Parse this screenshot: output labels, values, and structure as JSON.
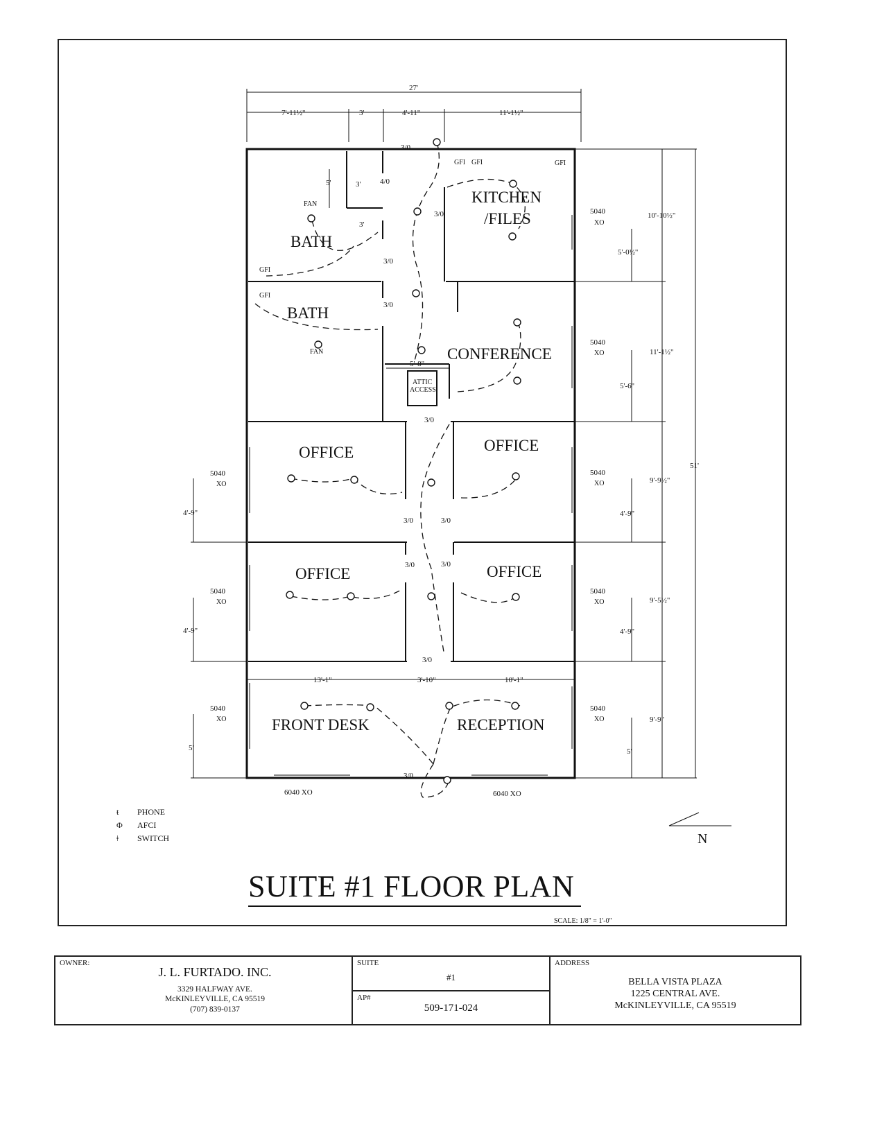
{
  "rooms": {
    "bath_upper": "BATH",
    "bath_lower": "BATH",
    "kitchen_line1": "KITCHEN",
    "kitchen_line2": "/FILES",
    "conference": "CONFERENCE",
    "office_left_upper": "OFFICE",
    "office_right_upper": "OFFICE",
    "office_left_lower": "OFFICE",
    "office_right_lower": "OFFICE",
    "front_desk": "FRONT DESK",
    "reception": "RECEPTION",
    "attic_line1": "ATTIC",
    "attic_line2": "ACCESS"
  },
  "dimensions": {
    "overall_width": "27'",
    "seg1": "7'-11½\"",
    "seg2": "3'",
    "seg3": "4'-11\"",
    "seg4": "11'-1½\"",
    "overall_depth": "51'",
    "row1_depth": "10'-10½\"",
    "row1_window_offset": "5'-0½\"",
    "row2_depth": "11'-1½\"",
    "row2_window_offset": "5'-6\"",
    "row3_depth": "9'-9½\"",
    "row3_right_offset": "4'-9\"",
    "row3_left_offset": "4'-9\"",
    "row4_depth": "9'-5½\"",
    "row4_right_offset": "4'-9\"",
    "row4_left_offset": "4'-9\"",
    "row5_depth": "9'-9\"",
    "row5_right_offset": "5'",
    "row5_left_offset": "5'",
    "front_seg1": "13'-1\"",
    "front_seg2": "3'-10\"",
    "front_seg3": "10'-1\"",
    "hall_width": "5'-8\"",
    "closet_depth": "5'",
    "closet_width": "3'",
    "closet_width_top": "3'"
  },
  "doors": {
    "d_top": "3/0",
    "d_closet": "4/0",
    "d_kitchen": "3/0",
    "d_bath1": "3/0",
    "d_bath2": "3/0",
    "d_office_ur": "3/0",
    "d_office_l3": "3/0",
    "d_office_r3": "3/0",
    "d_office_l4": "3/0",
    "d_office_r4": "3/0",
    "d_office_r4_bottom": "3/0",
    "d_front": "3/0"
  },
  "windows": {
    "w_r1": "5040",
    "w_r2": "5040",
    "w_r3": "5040",
    "w_r4": "5040",
    "w_r5": "5040",
    "w_l3": "5040",
    "w_l4": "5040",
    "w_l5": "5040",
    "xo": "XO",
    "front_left": "6040 XO",
    "front_right": "6040 XO"
  },
  "fixtures": {
    "gfi": "GFI",
    "fan": "FAN"
  },
  "legend": {
    "phone_symbol": "ŧ",
    "phone_label": "PHONE",
    "afci_symbol": "Φ",
    "afci_label": "AFCI",
    "switch_symbol": "ǂ",
    "switch_label": "SWITCH"
  },
  "north_label": "N",
  "title": "SUITE #1 FLOOR PLAN",
  "scale": "SCALE: 1/8\" = 1'-0\"",
  "title_block": {
    "owner_label": "OWNER:",
    "owner_name": "J. L. FURTADO. INC.",
    "owner_address1": "3329 HALFWAY AVE.",
    "owner_address2": "McKINLEYVILLE, CA 95519",
    "owner_phone": "(707) 839-0137",
    "suite_label": "SUITE",
    "suite_value": "#1",
    "ap_label": "AP#",
    "ap_value": "509-171-024",
    "address_label": "ADDRESS",
    "address_line1": "BELLA VISTA PLAZA",
    "address_line2": "1225 CENTRAL AVE.",
    "address_line3": "McKINLEYVILLE, CA 95519"
  }
}
